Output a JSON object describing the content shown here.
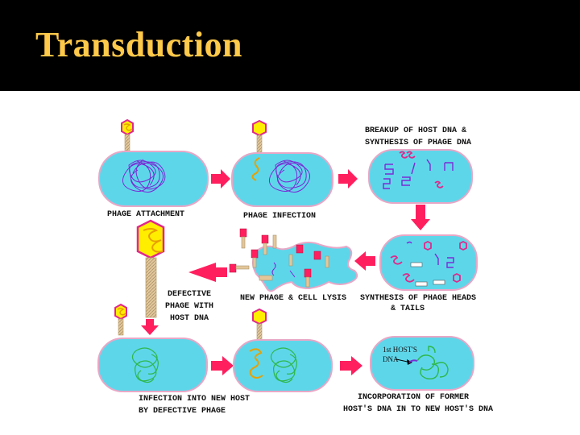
{
  "slide": {
    "title": "Transduction"
  },
  "labels": {
    "breakup": [
      "BREAKUP OF HOST DNA &",
      "SYNTHESIS OF PHAGE DNA"
    ],
    "attachment": "PHAGE ATTACHMENT",
    "infection": "PHAGE INFECTION",
    "synthesis_heads": [
      "SYNTHESIS OF PHAGE HEADS",
      "& TAILS"
    ],
    "lysis": "NEW PHAGE & CELL LYSIS",
    "defective": [
      "DEFECTIVE",
      "PHAGE WITH",
      "HOST DNA"
    ],
    "new_host": [
      "INFECTION INTO NEW HOST",
      "BY DEFECTIVE PHAGE"
    ],
    "incorporation": [
      "INCORPORATION OF FORMER",
      "HOST'S DNA IN TO NEW HOST'S DNA"
    ],
    "first_host_dna": [
      "1st HOST'S",
      "DNA"
    ]
  },
  "colors": {
    "cell_fill": "#5ed6ea",
    "cell_stroke": "#e8a7c6",
    "arrow": "#ff1f5f",
    "phage_yellow": "#ffee00",
    "phage_tail": "#e3c79a",
    "host_dna": "#7a2bd6",
    "phage_dna": "#e8a000",
    "green_dna": "#2eb84a",
    "header_bg": "#000000",
    "title": "#ffc94a"
  }
}
